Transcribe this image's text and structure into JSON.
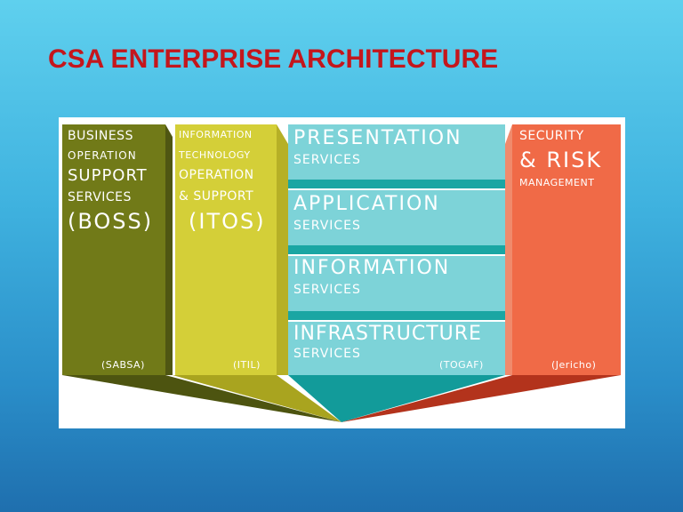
{
  "title": "CSA ENTERPRISE ARCHITECTURE",
  "colors": {
    "title": "#c4161c",
    "boss": "#717a18",
    "itos": "#d4cf38",
    "services": "#7dd3d8",
    "security": "#f06a47"
  },
  "boss": {
    "lines": [
      "BUSINESS",
      "OPERATION",
      "SUPPORT",
      "SERVICES",
      "(BOSS)"
    ],
    "framework": "(SABSA)"
  },
  "itos": {
    "lines": [
      "INFORMATION",
      "TECHNOLOGY",
      "OPERATION",
      "& SUPPORT",
      "(ITOS)"
    ],
    "framework": "(ITIL)"
  },
  "services": {
    "presentation": {
      "title": "PRESENTATION",
      "sub": "SERVICES"
    },
    "application": {
      "title": "APPLICATION",
      "sub": "SERVICES"
    },
    "information": {
      "title": "INFORMATION",
      "sub": "SERVICES"
    },
    "infrastructure": {
      "title": "INFRASTRUCTURE",
      "sub": "SERVICES"
    },
    "framework": "(TOGAF)"
  },
  "security": {
    "lines": [
      "SECURITY",
      "& RISK",
      "MANAGEMENT"
    ],
    "framework": "(Jericho)"
  }
}
